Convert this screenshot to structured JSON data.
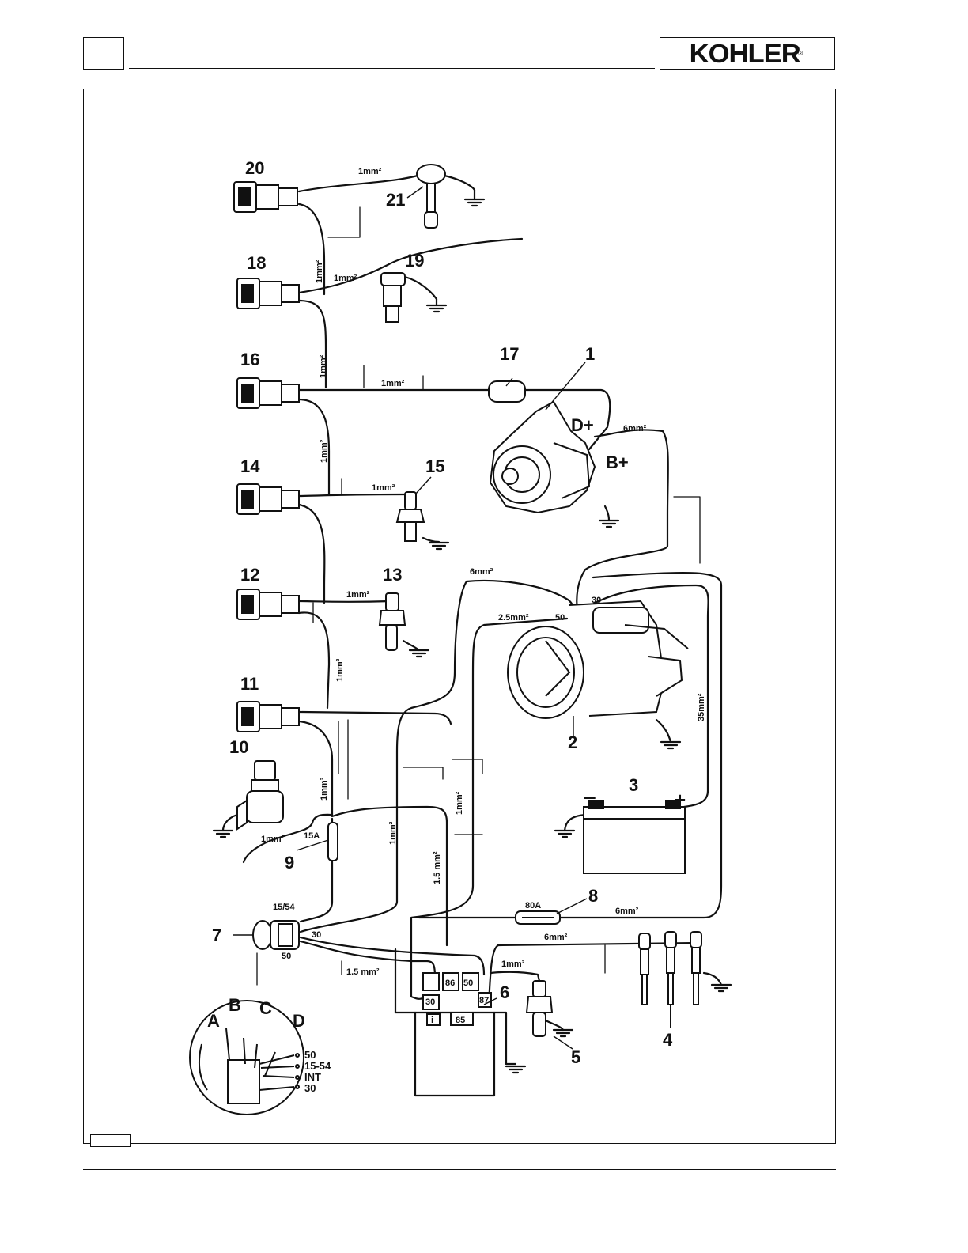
{
  "header": {
    "brand": "KOHLER",
    "brand_mark": "®"
  },
  "components": [
    "1",
    "2",
    "3",
    "4",
    "5",
    "6",
    "7",
    "8",
    "9",
    "10",
    "11",
    "12",
    "13",
    "14",
    "15",
    "16",
    "17",
    "18",
    "19",
    "20",
    "21"
  ],
  "wire_labels": {
    "w20_21": "1mm²",
    "w18_19": "1mm²",
    "w20_18": "1mm²",
    "w18_16": "1mm²",
    "w16_17": "1mm²",
    "w16_14": "1mm²",
    "w14_15": "1mm²",
    "w12_13": "1mm²",
    "w12_11": "1mm²",
    "w11_10": "1mm²",
    "w10_9": "1mm²",
    "w_left1": "1mm²",
    "w_left2": "1.5 mm²",
    "w_mid": "1mm²",
    "w_mid2": "1.5 mm²",
    "w_alt_b": "6mm²",
    "w_start": "6mm²",
    "w_start2": "2.5mm²",
    "w_batt": "35mm²",
    "w_fuse8": "6mm²",
    "w_glow": "6mm²",
    "w_relay5": "1mm²"
  },
  "terminals": {
    "d_plus": "D+",
    "b_plus": "B+",
    "t30": "30",
    "t50": "50",
    "sw_1554": "15/54",
    "sw_30": "30",
    "sw_50": "50",
    "fuse9": "15A",
    "fuse8": "80A",
    "batt_minus": "–",
    "batt_plus": "+",
    "relay_86": "86",
    "relay_50": "50",
    "relay_30": "30",
    "relay_87": "87",
    "relay_85": "85",
    "relay_i": "i"
  },
  "switch_positions": {
    "a": "A",
    "b": "B",
    "c": "C",
    "d": "D",
    "p50": "50",
    "p1554": "15-54",
    "pint": "INT",
    "p30": "30"
  }
}
